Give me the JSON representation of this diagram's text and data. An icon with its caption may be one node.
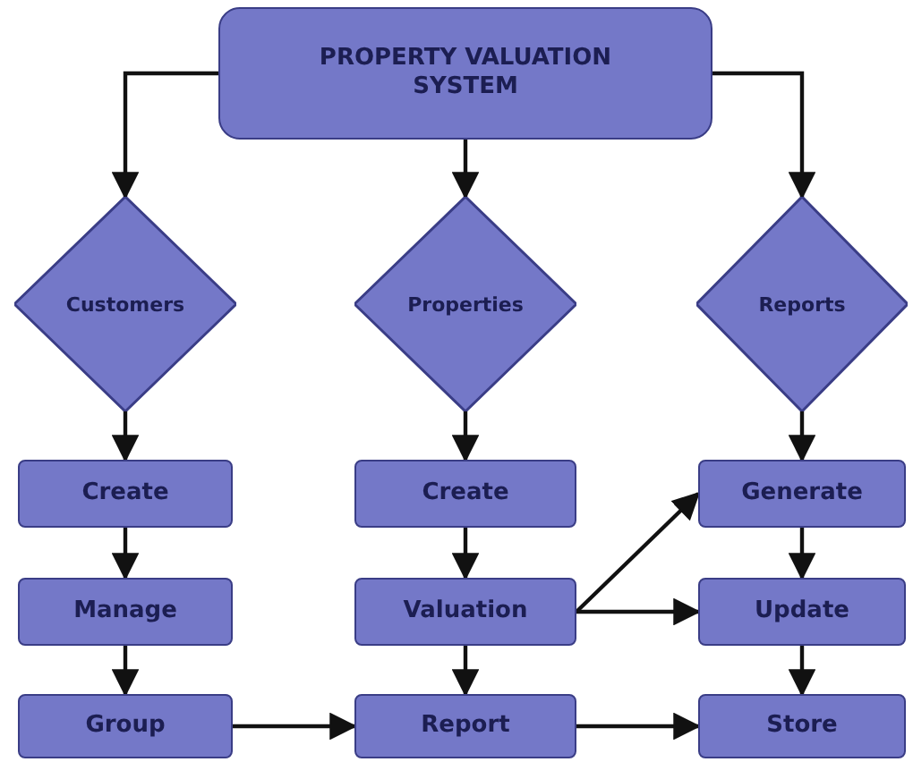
{
  "diagram": {
    "nodes": [
      {
        "text": [
          "PROPERTY VALUATION SYSTEM"
        ]
      },
      {
        "text": [
          "Customers"
        ]
      },
      {
        "text": [
          "Properties"
        ]
      },
      {
        "text": [
          "Reports"
        ]
      },
      {
        "text": [
          "Create"
        ]
      },
      {
        "text": [
          "Create"
        ]
      },
      {
        "text": [
          "Generate"
        ]
      },
      {
        "text": [
          "Manage"
        ]
      },
      {
        "text": [
          "Valuation"
        ]
      },
      {
        "text": [
          "Update"
        ]
      },
      {
        "text": [
          "Group"
        ]
      },
      {
        "text": [
          "Report"
        ]
      },
      {
        "text": [
          "Store"
        ]
      }
    ],
    "edges": [
      {
        "from": 0,
        "to": 1,
        "arrow": "to"
      },
      {
        "from": 0,
        "to": 2,
        "arrow": "to"
      },
      {
        "from": 0,
        "to": 3,
        "arrow": "to"
      },
      {
        "from": 1,
        "to": 4,
        "arrow": "to"
      },
      {
        "from": 2,
        "to": 5,
        "arrow": "to"
      },
      {
        "from": 3,
        "to": 6,
        "arrow": "to"
      },
      {
        "from": 4,
        "to": 7,
        "arrow": "to"
      },
      {
        "from": 5,
        "to": 8,
        "arrow": "to"
      },
      {
        "from": 8,
        "to": 6,
        "arrow": "to"
      },
      {
        "from": 8,
        "to": 9,
        "arrow": "to"
      },
      {
        "from": 6,
        "to": 9,
        "arrow": "to"
      },
      {
        "from": 7,
        "to": 10,
        "arrow": "to"
      },
      {
        "from": 8,
        "to": 11,
        "arrow": "to"
      },
      {
        "from": 9,
        "to": 12,
        "arrow": "to"
      },
      {
        "from": 10,
        "to": 11,
        "arrow": "to"
      },
      {
        "from": 11,
        "to": 12,
        "arrow": "to"
      }
    ]
  }
}
